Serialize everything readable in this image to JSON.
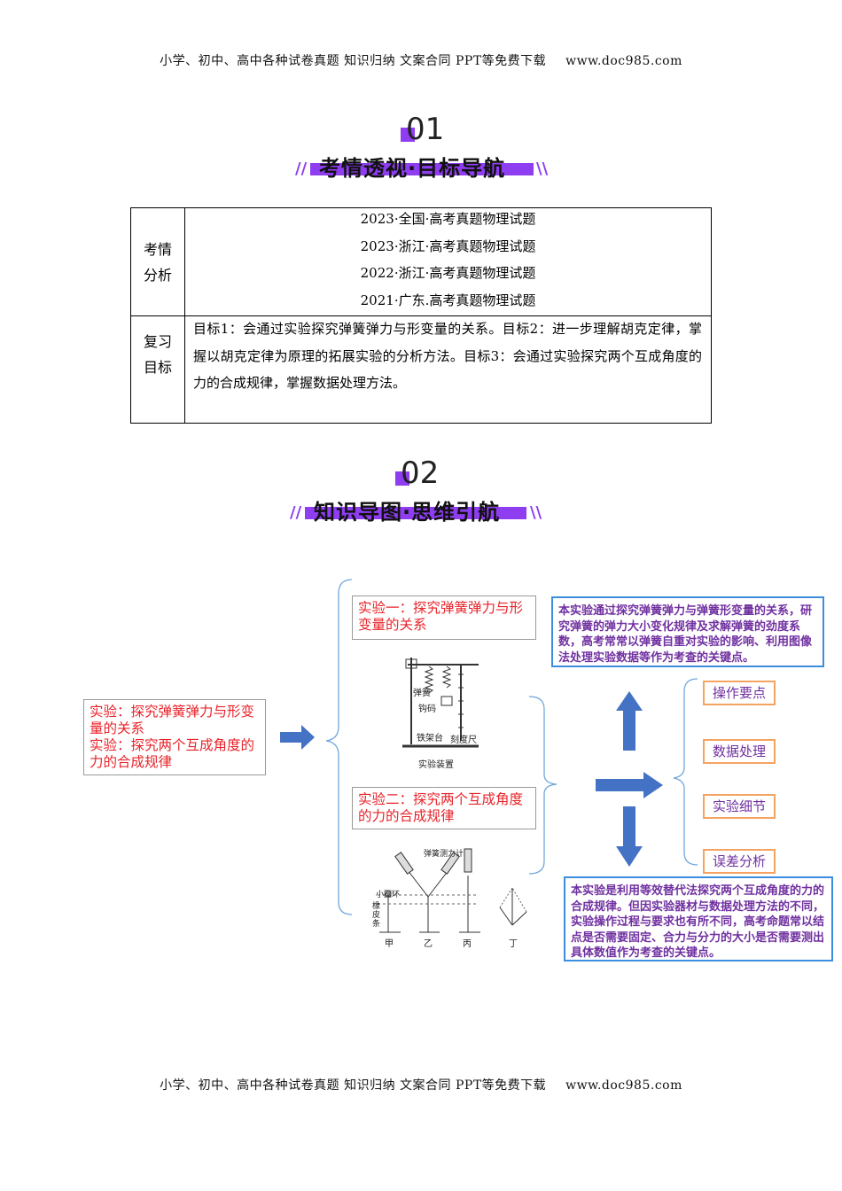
{
  "header": {
    "text": "小学、初中、高中各种试卷真题  知识归纳  文案合同  PPT等免费下载",
    "site": "www.doc985.com"
  },
  "section1": {
    "number": "01",
    "title": "考情透视·目标导航"
  },
  "table": {
    "label1": [
      "考情",
      "分析"
    ],
    "exams": [
      "2023·全国·高考真题物理试题",
      "2023·浙江·高考真题物理试题",
      "2022·浙江·高考真题物理试题",
      "2021·广东.高考真题物理试题"
    ],
    "label2": [
      "复习",
      "目标"
    ],
    "goals": "目标1：会通过实验探究弹簧弹力与形变量的关系。目标2：进一步理解胡克定律，掌握以胡克定律为原理的拓展实验的分析方法。目标3：会通过实验探究两个互成角度的力的合成规律，掌握数据处理方法。"
  },
  "section2": {
    "number": "02",
    "title": "知识导图·思维引航"
  },
  "mindmap": {
    "root": [
      "实验：探究弹簧弹力与形变量的关系",
      "实验：探究两个互成角度的力的合成规律"
    ],
    "exp1": "实验一：探究弹簧弹力与形变量的关系",
    "exp2": "实验二：探究两个互成角度的力的合成规律",
    "fig1_labels": {
      "spring": "弹簧",
      "hook": "钩码",
      "stand": "铁架台",
      "ruler": "刻度尺",
      "caption": "实验装置"
    },
    "fig2_labels": {
      "meter": "弹簧测力计",
      "ring": "小圆环",
      "band": "橡皮条",
      "jia": "甲",
      "yi": "乙",
      "bing": "丙",
      "ding": "丁"
    },
    "note1": "本实验通过探究弹簧弹力与弹簧形变量的关系，研究弹簧的弹力大小变化规律及求解弹簧的劲度系数，高考常常以弹簧自重对实验的影响、利用图像法处理实验数据等作为考查的关键点。",
    "note2": "本实验是利用等效替代法探究两个互成角度的力的合成规律。但因实验器材与数据处理方法的不同，实验操作过程与要求也有所不同，高考命题常以结点是否需要固定、合力与分力的大小是否需要测出具体数值作为考查的关键点。",
    "topics": [
      "操作要点",
      "数据处理",
      "实验细节",
      "误差分析"
    ]
  },
  "footer": {
    "text": "小学、初中、高中各种试卷真题  知识归纳  文案合同  PPT等免费下载",
    "site": "www.doc985.com"
  },
  "colors": {
    "accent": "#8e3df0",
    "red": "#e8232a",
    "purple": "#7030a0",
    "blue": "#3c8dde",
    "orange": "#f4a460",
    "arrow": "#4472c4"
  }
}
